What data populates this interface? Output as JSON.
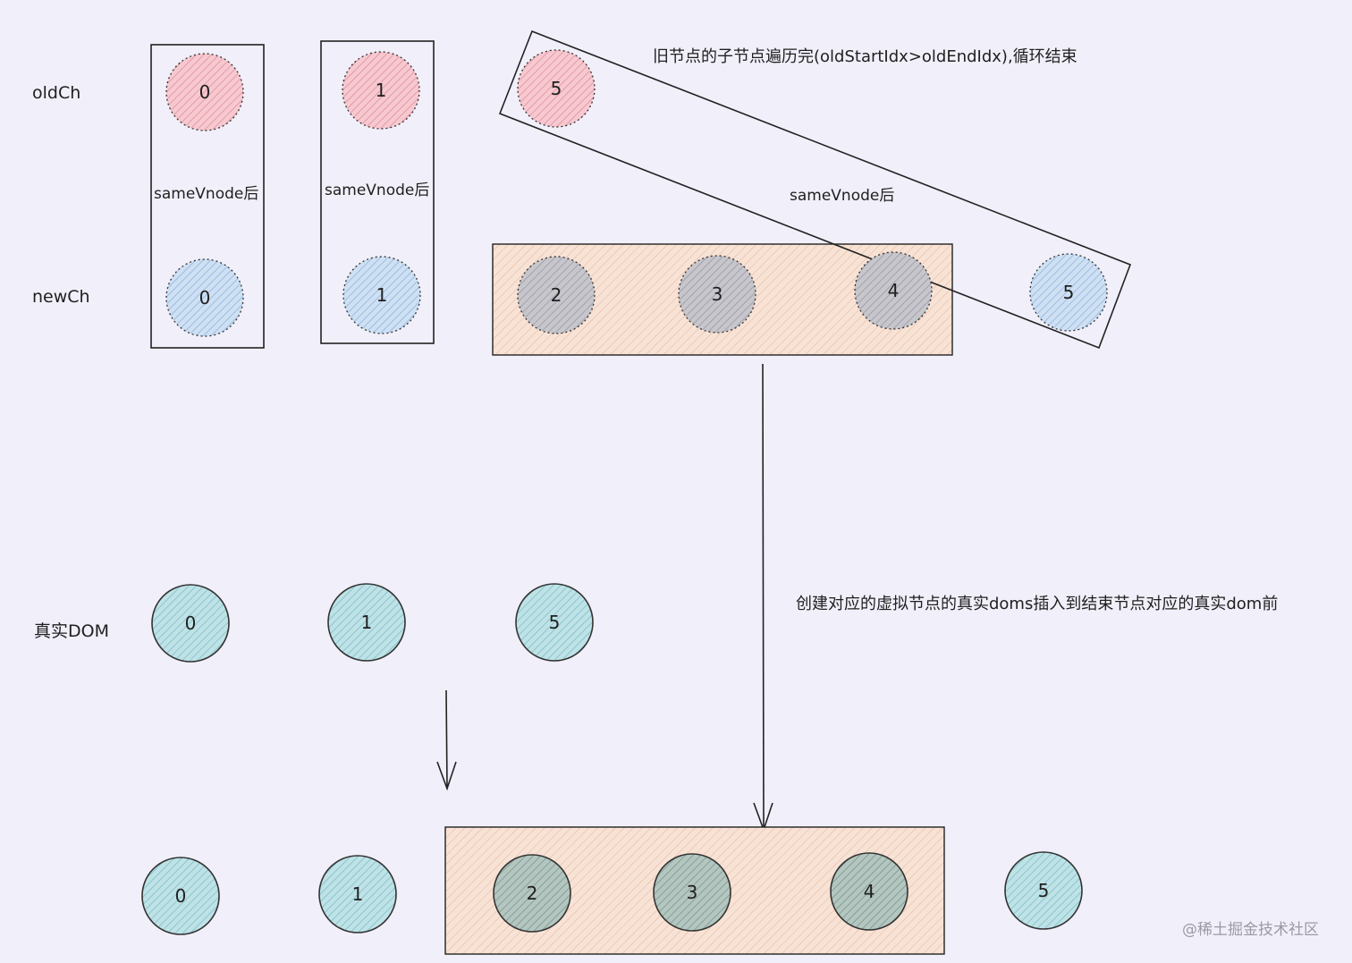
{
  "rows": {
    "old_label": "oldCh",
    "new_label": "newCh",
    "dom_label": "真实DOM"
  },
  "annotations": {
    "same_vnode": "sameVnode后",
    "old_done": "旧节点的子节点遍历完(oldStartIdx>oldEndIdx),循环结束",
    "create_insert": "创建对应的虚拟节点的真实doms插入到结束节点对应的真实dom前"
  },
  "old_nodes": [
    "0",
    "1",
    "5"
  ],
  "new_nodes": [
    "0",
    "1",
    "2",
    "3",
    "4",
    "5"
  ],
  "dom_nodes": [
    "0",
    "1",
    "5"
  ],
  "result_nodes": [
    "0",
    "1",
    "2",
    "3",
    "4",
    "5"
  ],
  "watermark": "@稀土掘金技术社区",
  "colors": {
    "old_fill": "#f3b9c3",
    "new_fill": "#b9d3ee",
    "pending_fill": "#b8b8be",
    "dom_fill": "#a9d6dc",
    "dom_pending_fill": "#9fb3ad",
    "insert_box": "#f5d9c8",
    "background": "#f1effa"
  }
}
